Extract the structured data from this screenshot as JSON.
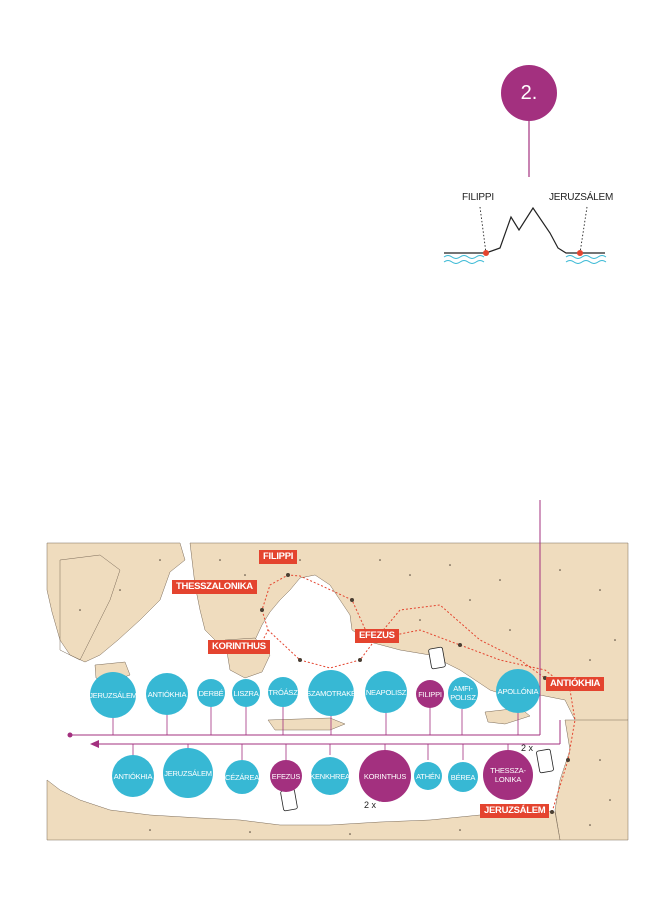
{
  "badge": "2.",
  "profile": {
    "start": "FILIPPI",
    "end": "JERUZSÁLEM"
  },
  "map_tags": {
    "filippi": "FILIPPI",
    "thesszalonika": "THESSZALONIKA",
    "korinthus": "KORINTHUS",
    "efezus": "EFEZUS",
    "antiokhia": "ANTIÓKHIA",
    "jeruzsalem": "JERUZSÁLEM"
  },
  "upper_route": [
    "JERUZSÁLEM",
    "ANTIÓKHIA",
    "DERBÉ",
    "LISZRA",
    "TRÓÁSZ",
    "SZAMOTRAKÉ",
    "NEAPOLISZ",
    "FILIPPI",
    "AMFI- POLISZ",
    "APOLLÓNIA"
  ],
  "lower_route": [
    "ANTIÓKHIA",
    "JERUZSÁLEM",
    "CÉZÁREA",
    "EFEZUS",
    "KENKHREA",
    "KORINTHUS",
    "ATHÉN",
    "BÉREA",
    "THESSZA- LONIKA"
  ],
  "notes": {
    "korinthus_letters": "2 x",
    "thesszalonika_letters": "2 x"
  },
  "colors": {
    "cyan": "#37b8d4",
    "purple": "#a3307f",
    "red": "#e4442f",
    "land": "#efdcbe"
  }
}
